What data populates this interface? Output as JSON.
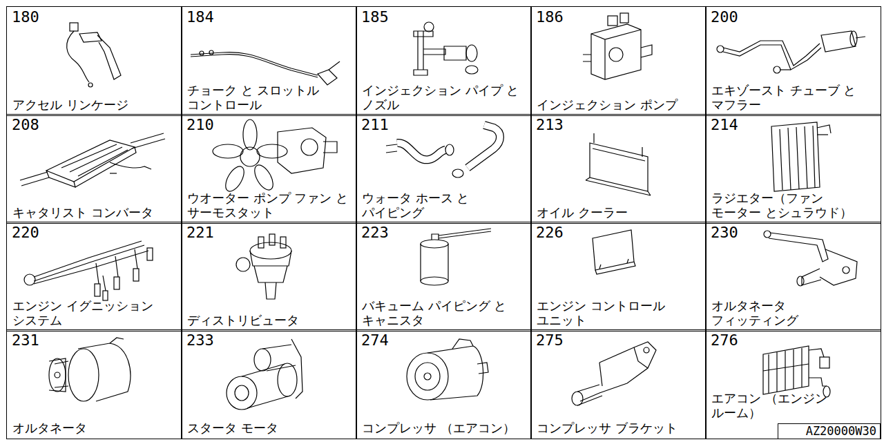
{
  "diagram": {
    "nodes": [
      {
        "text": [
          "180",
          "アクセル リンケージ"
        ]
      },
      {
        "text": [
          "184",
          "チョーク と スロットル コントロール"
        ]
      },
      {
        "text": [
          "185",
          "インジェクション パイプ と ノズル"
        ]
      },
      {
        "text": [
          "186",
          "インジェクション ポンプ"
        ]
      },
      {
        "text": [
          "200",
          "エキゾースト チューブ と マフラー"
        ]
      },
      {
        "text": [
          "208",
          "キャタリスト コンバータ"
        ]
      },
      {
        "text": [
          "210",
          "ウオーター ポンプ ファン と サーモスタット"
        ]
      },
      {
        "text": [
          "211",
          "ウォータ ホース と パイピング"
        ]
      },
      {
        "text": [
          "213",
          "オイル クーラー"
        ]
      },
      {
        "text": [
          "214",
          "ラジエター（ファン モーター とシュラウド）"
        ]
      },
      {
        "text": [
          "220",
          "エンジン イグニッション システム"
        ]
      },
      {
        "text": [
          "221",
          "ディストリビュータ"
        ]
      },
      {
        "text": [
          "223",
          "バキューム パイピング と キャニスタ"
        ]
      },
      {
        "text": [
          "226",
          "エンジン コントロール ユニット"
        ]
      },
      {
        "text": [
          "230",
          "オルタネータ フィッティング"
        ]
      },
      {
        "text": [
          "231",
          "オルタネータ"
        ]
      },
      {
        "text": [
          "233",
          "スタータ モータ"
        ]
      },
      {
        "text": [
          "274",
          "コンプレッサ （エアコン）"
        ]
      },
      {
        "text": [
          "275",
          "コンプレッサ ブラケット"
        ]
      },
      {
        "text": [
          "276",
          "エアコン （エンジン ルーム）"
        ]
      },
      {
        "text": [
          "AZ20000W30"
        ]
      }
    ]
  }
}
